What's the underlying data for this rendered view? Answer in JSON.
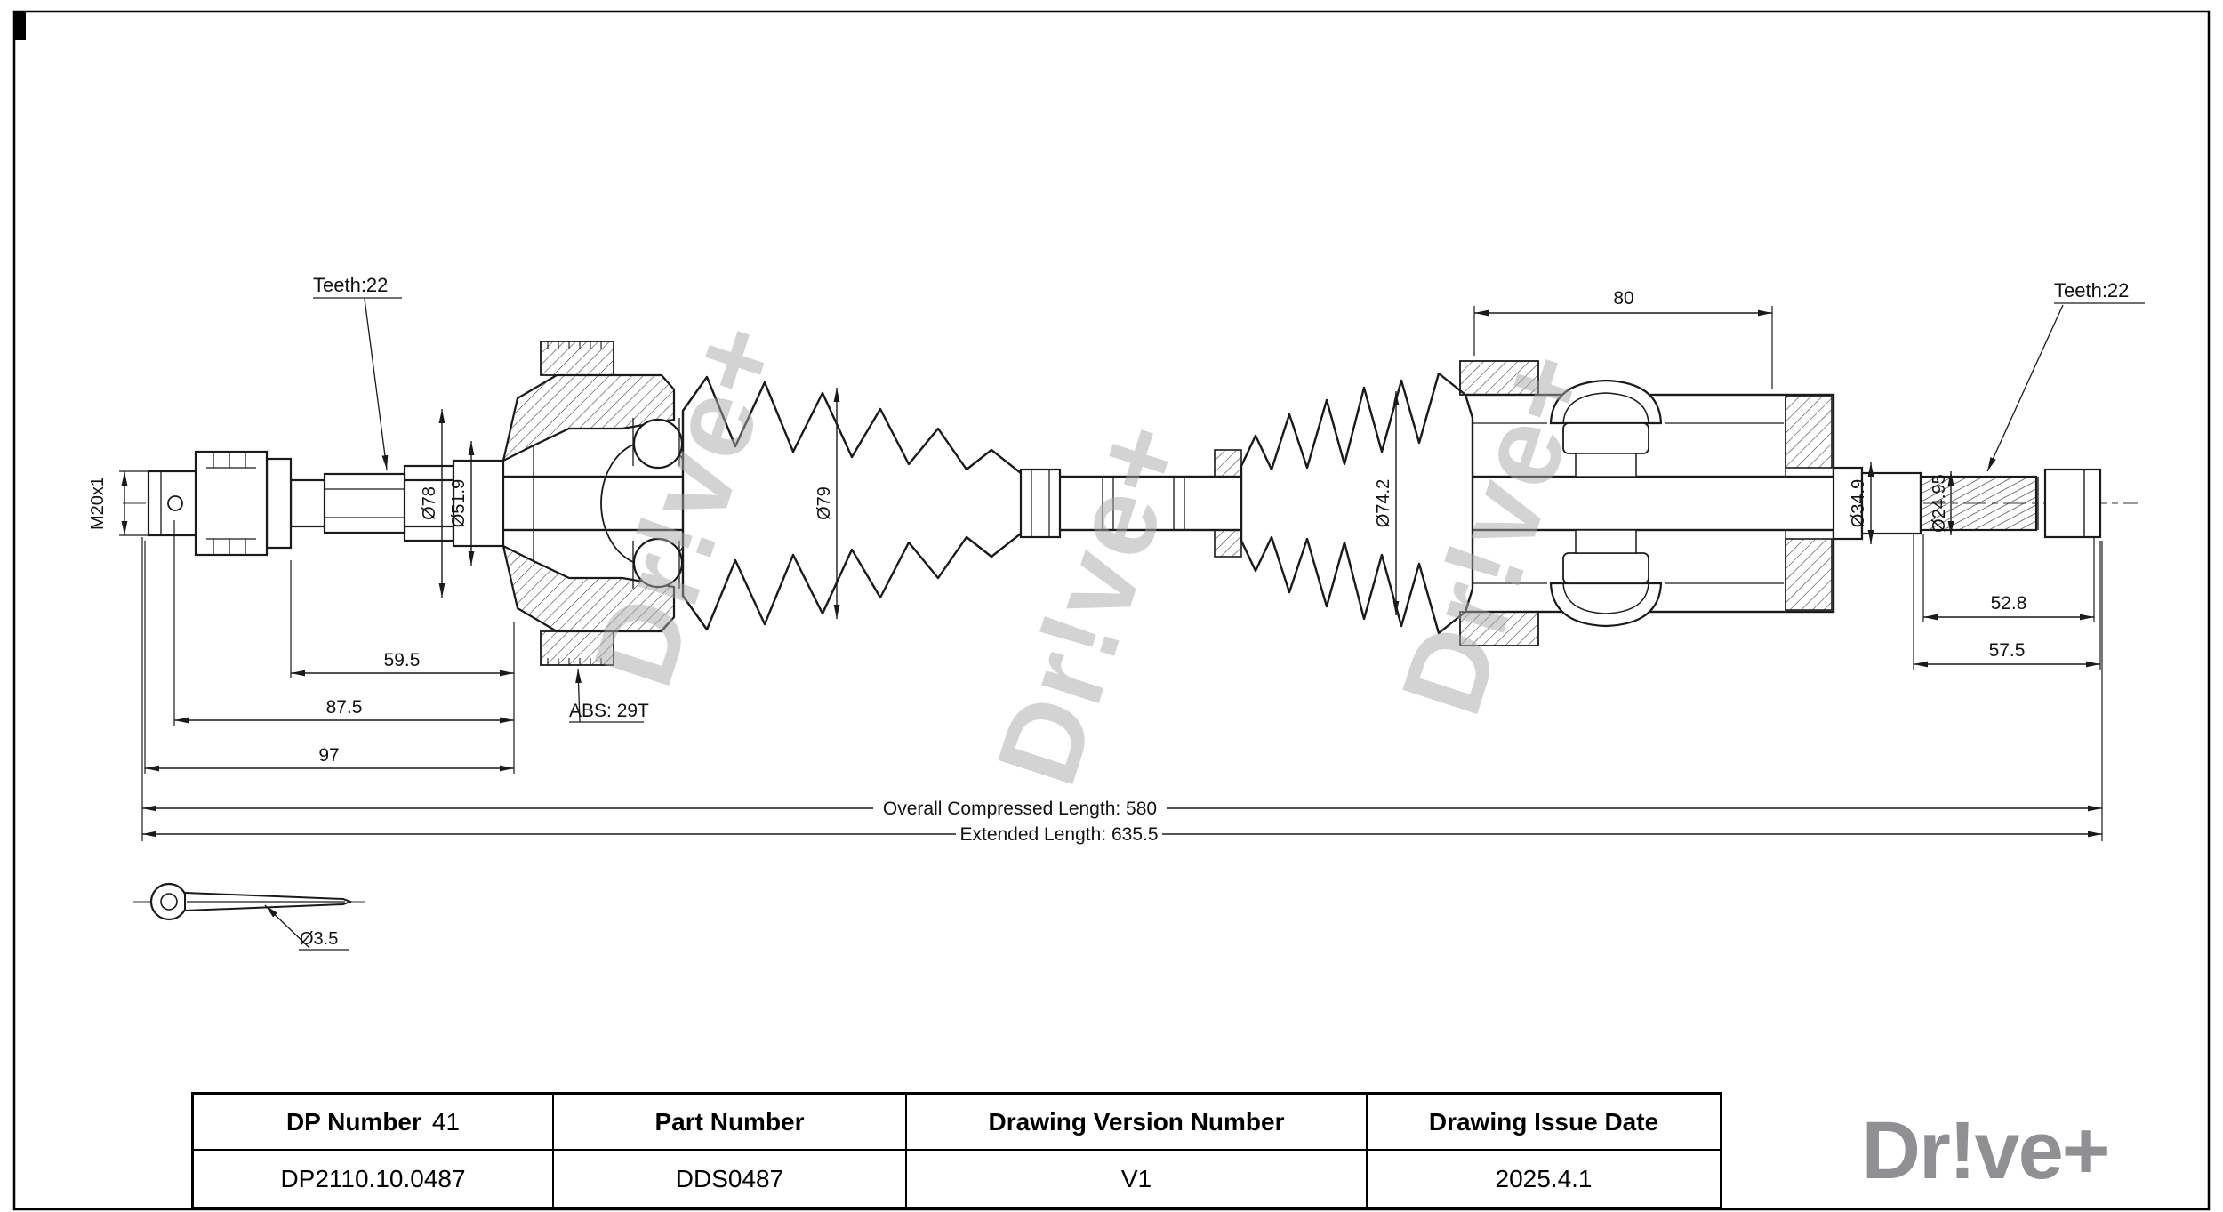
{
  "watermark": {
    "text": "Dr!ve+"
  },
  "dimensions": {
    "teeth_left": "Teeth:22",
    "teeth_right": "Teeth:22",
    "top_length": "80",
    "thread_spec": "M20x1",
    "dia_78": "Ø78",
    "dia_51_9": "Ø51.9",
    "dia_79": "Ø79",
    "dia_74_2": "Ø74.2",
    "dia_34_9": "Ø34.9",
    "dia_24_95": "Ø24.95",
    "len_59_5": "59.5",
    "len_87_5": "87.5",
    "len_97": "97",
    "abs_label": "ABS: 29T",
    "len_52_8": "52.8",
    "len_57_5": "57.5",
    "overall_compressed": "Overall Compressed Length: 580",
    "extended": "Extended Length: 635.5",
    "pin_dia": "Ø3.5"
  },
  "title_block": {
    "dp_number_label": "DP Number",
    "dp_number_suffix": "41",
    "part_number_label": "Part Number",
    "version_label": "Drawing Version Number",
    "issue_date_label": "Drawing Issue Date",
    "dp_number": "DP2110.10.0487",
    "part_number": "DDS0487",
    "version": "V1",
    "issue_date": "2025.4.1"
  },
  "logo": {
    "text": "Dr!ve+"
  }
}
